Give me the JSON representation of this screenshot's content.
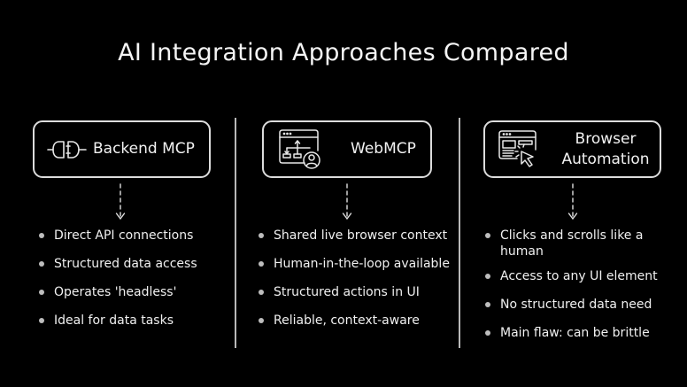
{
  "title": "AI Integration Approaches Compared",
  "colors": {
    "background": "#000000",
    "stroke": "#dcdcdc",
    "text": "#f2f2f2",
    "divider": "#b8b8b8",
    "bullet": "#bdbdbd"
  },
  "columns": [
    {
      "label": "Backend MCP",
      "icon": "plug-connector-icon",
      "bullets": [
        "Direct API connections",
        "Structured data access",
        "Operates 'headless'",
        "Ideal for data tasks"
      ]
    },
    {
      "label": "WebMCP",
      "icon": "browser-workflow-user-icon",
      "bullets": [
        "Shared live browser context",
        "Human-in-the-loop available",
        "Structured actions in UI",
        "Reliable, context-aware"
      ]
    },
    {
      "label_line1": "Browser",
      "label_line2": "Automation",
      "icon": "browser-cursor-click-icon",
      "bullets": [
        "Clicks and scrolls like a human",
        "Access to any UI element",
        "No structured data need",
        "Main flaw: can be brittle"
      ]
    }
  ]
}
